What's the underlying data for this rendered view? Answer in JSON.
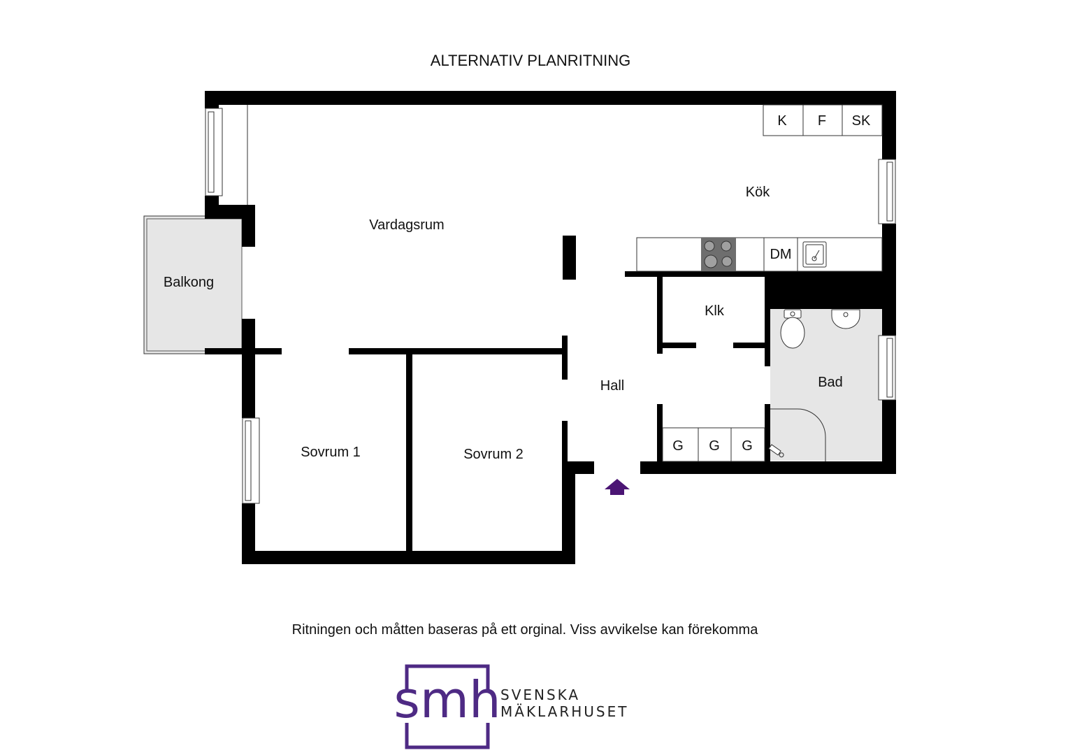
{
  "title": "ALTERNATIV PLANRITNING",
  "rooms": {
    "vardagsrum": "Vardagsrum",
    "kok": "Kök",
    "balkong": "Balkong",
    "klk": "Klk",
    "hall": "Hall",
    "bad": "Bad",
    "sovrum1": "Sovrum 1",
    "sovrum2": "Sovrum 2"
  },
  "fixtures": {
    "k": "K",
    "f": "F",
    "sk": "SK",
    "dm": "DM",
    "g1": "G",
    "g2": "G",
    "g3": "G"
  },
  "disclaimer": "Ritningen och måtten baseras på ett orginal. Viss avvikelse kan förekomma",
  "logo": {
    "mark": "smh",
    "line1": "SVENSKA",
    "line2": "MÄKLARHUSET"
  },
  "colors": {
    "wall": "#000000",
    "wet_area": "#e6e6e6",
    "balcony": "#e6e6e6",
    "hob": "#6e6e6e",
    "entrance_arrow": "#4b1574",
    "brand": "#4e2a84"
  },
  "icons": {
    "entrance": "entrance-arrow-icon",
    "stove": "stove-icon",
    "sink": "sink-icon",
    "toilet": "toilet-icon",
    "washbasin": "washbasin-icon",
    "shower": "shower-icon"
  }
}
